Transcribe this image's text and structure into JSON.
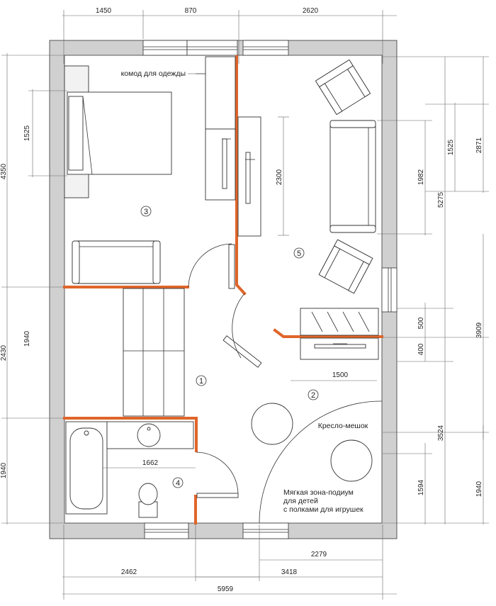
{
  "dimensions": {
    "top": [
      "1450",
      "870",
      "2620"
    ],
    "left": [
      "4350",
      "1525",
      "1940",
      "2430",
      "1940"
    ],
    "right": [
      "2871",
      "1525",
      "1982",
      "5275",
      "500",
      "400",
      "3909",
      "3524",
      "1594",
      "1940"
    ],
    "bottom": [
      "2279",
      "2462",
      "3418",
      "5959"
    ],
    "interior": [
      "2300",
      "1500",
      "1662"
    ]
  },
  "labels": {
    "dresser": "комод для одежды",
    "beanbag": "Кресло-мешок",
    "podium_line1": "Мягкая зона-подиум",
    "podium_line2": "для детей",
    "podium_line3": "с полками для игрушек"
  },
  "rooms": [
    "1",
    "2",
    "3",
    "4",
    "5"
  ],
  "colors": {
    "wall": "#d0d0d0",
    "partition": "#e0652a",
    "line": "#333333"
  }
}
